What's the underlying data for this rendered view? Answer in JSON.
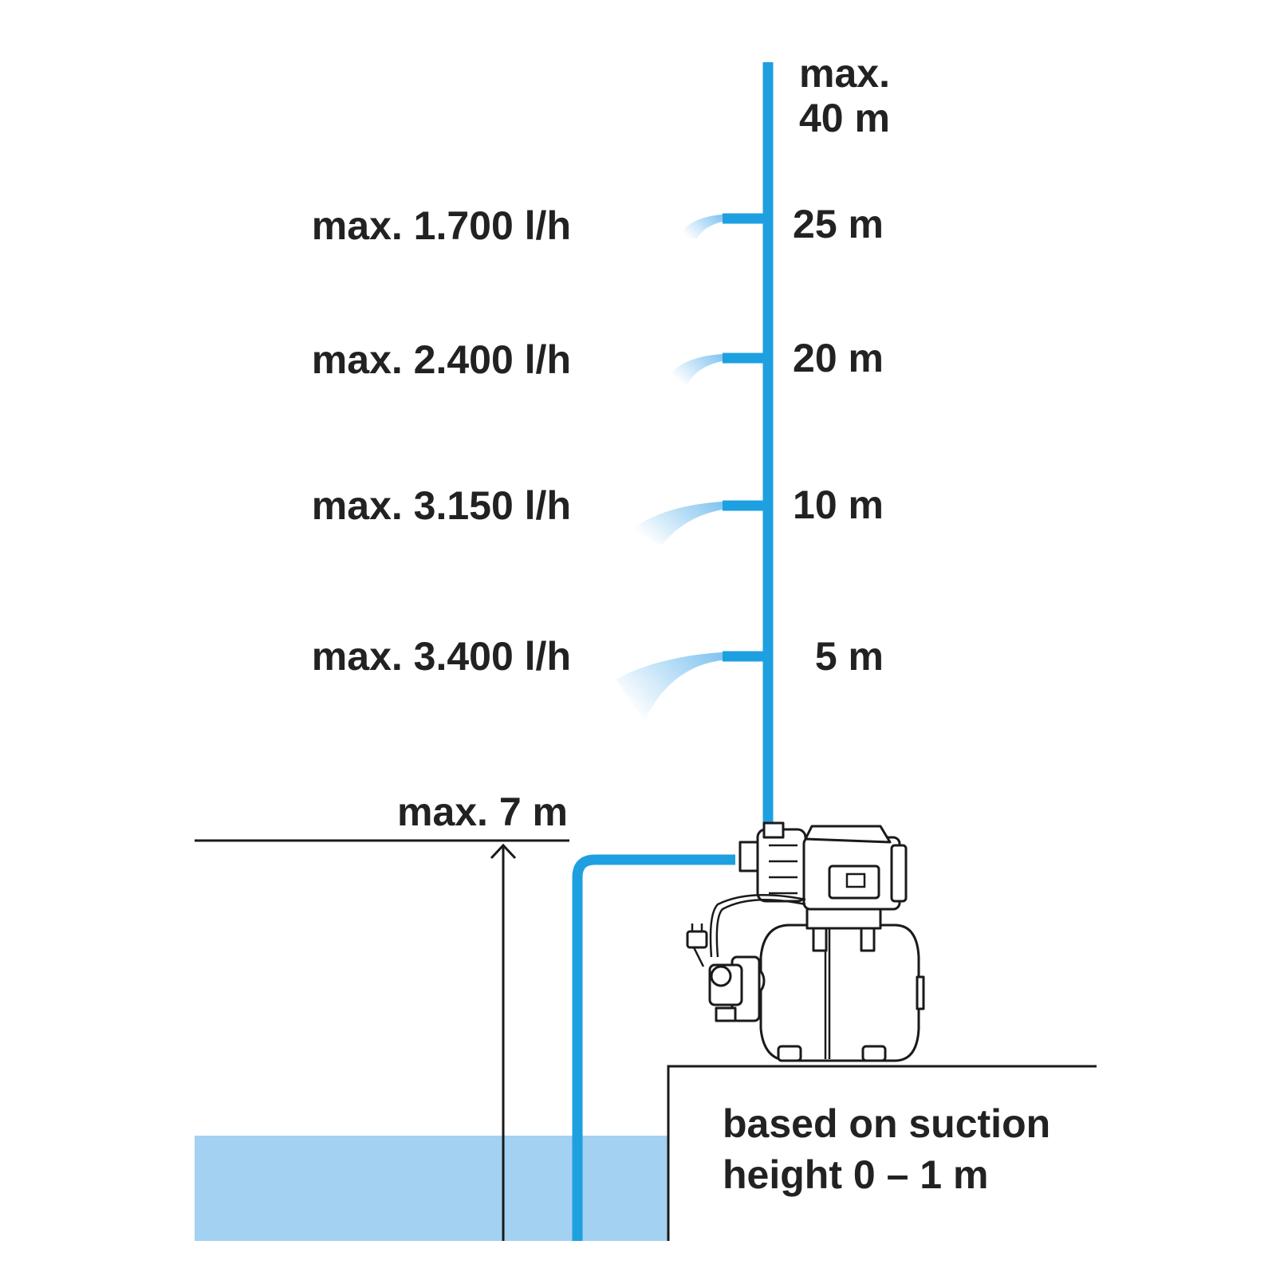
{
  "max_height_label": [
    "max.",
    "40 m"
  ],
  "outlets": [
    {
      "flow": "max. 1.700 l/h",
      "height": "25 m"
    },
    {
      "flow": "max. 2.400 l/h",
      "height": "20 m"
    },
    {
      "flow": "max. 3.150 l/h",
      "height": "10 m"
    },
    {
      "flow": "max. 3.400 l/h",
      "height": "5 m"
    }
  ],
  "suction_label": "max. 7 m",
  "note": [
    "based on suction",
    "height 0 – 1 m"
  ],
  "colors": {
    "pipe": "#1ea0e0",
    "water": "#a3d1f2",
    "spray": "#7fc3ef",
    "text": "#222222",
    "lines": "#1a1a1a"
  },
  "icons": [
    "pump-icon",
    "power-plug-icon",
    "arrow-up-icon"
  ]
}
